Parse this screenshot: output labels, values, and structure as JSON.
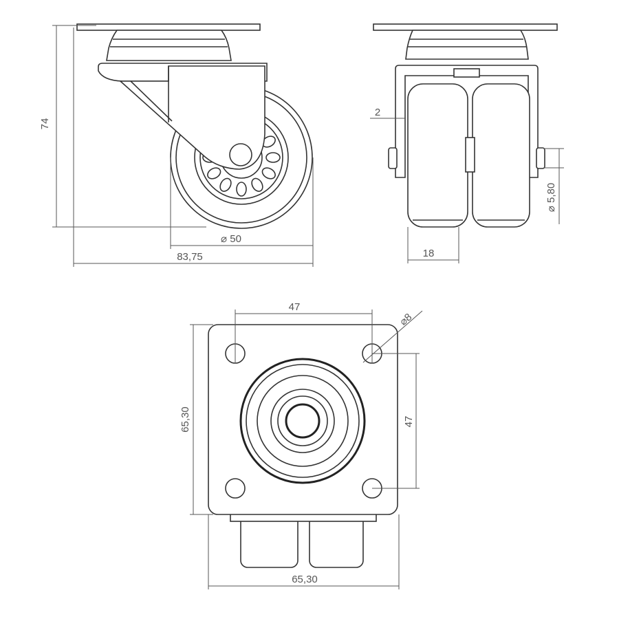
{
  "side_view": {
    "height_label": "74",
    "wheel_diameter_label": "⌀ 50",
    "total_length_label": "83,75"
  },
  "front_view": {
    "plate_thickness_label": "2",
    "axle_diameter_label": "⌀ 5,80",
    "wheel_width_label": "18"
  },
  "plate_view": {
    "hole_spacing_x_label": "47",
    "hole_diameter_label": "⌀8",
    "plate_height_label": "65,30",
    "hole_spacing_y_label": "47",
    "plate_width_label": "65,30"
  }
}
